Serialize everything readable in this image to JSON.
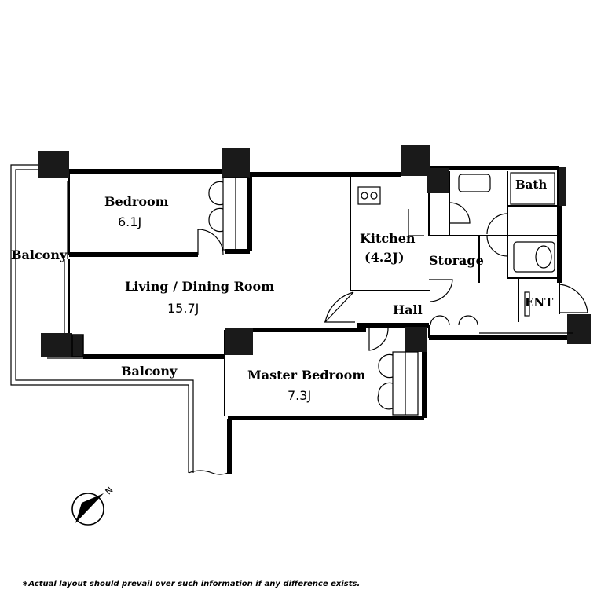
{
  "rooms": {
    "bedroom": {
      "name": "Bedroom",
      "size": "6.1J"
    },
    "living": {
      "name": "Living / Dining Room",
      "size": "15.7J"
    },
    "kitchen": {
      "name": "Kitchen",
      "size": "(4.2J)"
    },
    "storage": {
      "name": "Storage"
    },
    "bath": {
      "name": "Bath"
    },
    "hall": {
      "name": "Hall"
    },
    "entrance": {
      "name": "ENT"
    },
    "master": {
      "name": "Master Bedroom",
      "size": "7.3J"
    },
    "balcony_west": {
      "name": "Balcony"
    },
    "balcony_south": {
      "name": "Balcony"
    }
  },
  "compass": {
    "label": "N"
  },
  "disclaimer": "∗Actual layout should prevail over such information if any difference exists."
}
